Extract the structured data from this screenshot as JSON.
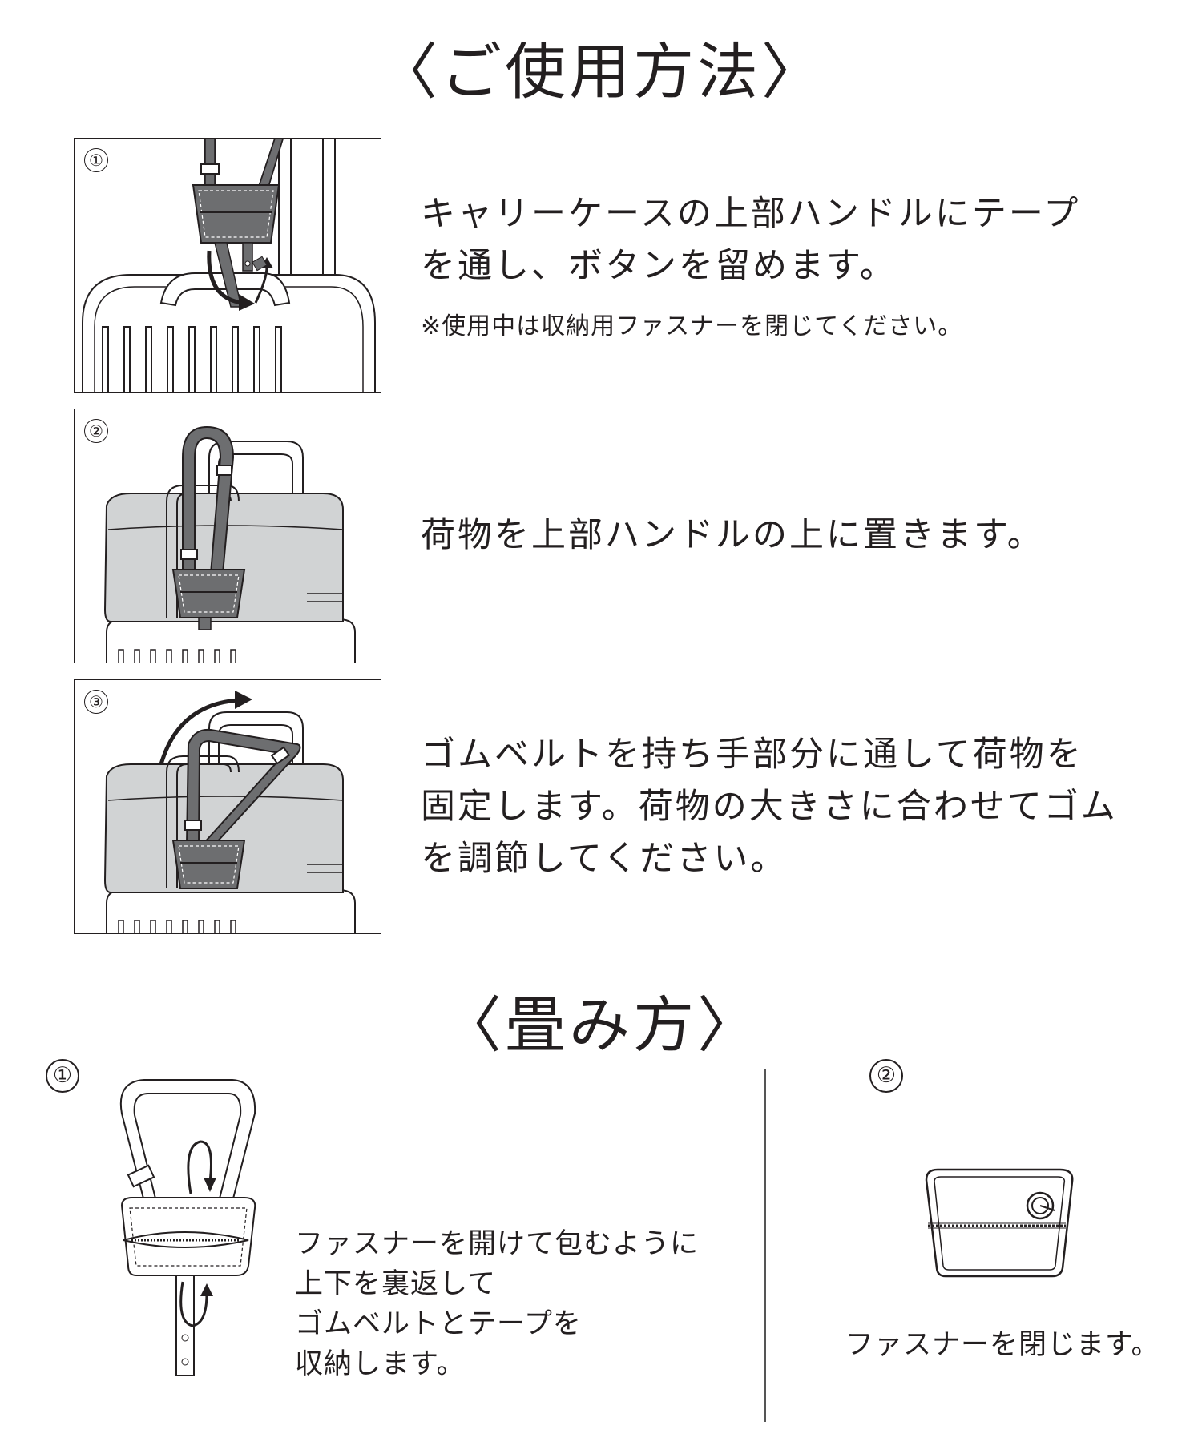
{
  "usage": {
    "title": "〈ご使用方法〉",
    "steps": [
      {
        "number": "①",
        "lines": [
          "キャリーケースの上部ハンドルにテープ",
          "を通し、ボタンを留めます。"
        ],
        "note": "※使用中は収納用ファスナーを閉じてください。"
      },
      {
        "number": "②",
        "lines": [
          "荷物を上部ハンドルの上に置きます。"
        ]
      },
      {
        "number": "③",
        "lines": [
          "ゴムベルトを持ち手部分に通して荷物を",
          "固定します。荷物の大きさに合わせてゴム",
          "を調節してください。"
        ]
      }
    ]
  },
  "folding": {
    "title": "〈畳み方〉",
    "steps": [
      {
        "number": "①",
        "lines": [
          "ファスナーを開けて包むように",
          "上下を裏返して",
          "ゴムベルトとテープを",
          "収納します。"
        ]
      },
      {
        "number": "②",
        "lines": [
          "ファスナーを閉じます。"
        ]
      }
    ]
  },
  "colors": {
    "ink": "#231f20",
    "strap_fill": "#6d6e70",
    "bag_fill": "#d1d3d4",
    "line_gray": "#58595b"
  }
}
